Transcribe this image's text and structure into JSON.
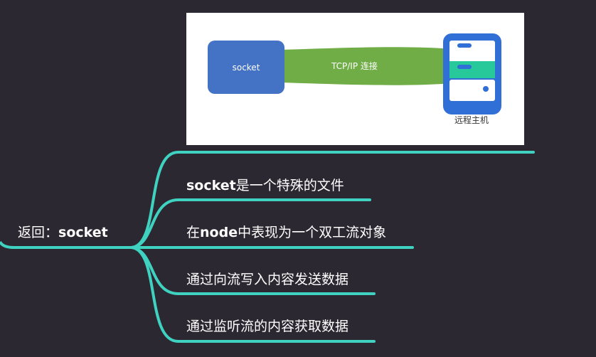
{
  "root": {
    "prefix": "返回：",
    "bold": "socket"
  },
  "children": [
    {
      "bold": "socket",
      "rest": "是一个特殊的文件"
    },
    {
      "pre": "在",
      "bold": "node",
      "rest": "中表现为一个双工流对象"
    },
    {
      "text": "通过向流写入内容发送数据"
    },
    {
      "text": "通过监听流的内容获取数据"
    }
  ],
  "image": {
    "socket_label": "socket",
    "connection_label": "TCP/IP 连接",
    "host_label": "远程主机"
  },
  "colors": {
    "background": "#2c2831",
    "branch": "#3fd2c0",
    "socket_box": "#4472c4",
    "pipe": "#70ad47",
    "server_blue": "#2f6fd6",
    "server_green": "#27c99b"
  }
}
